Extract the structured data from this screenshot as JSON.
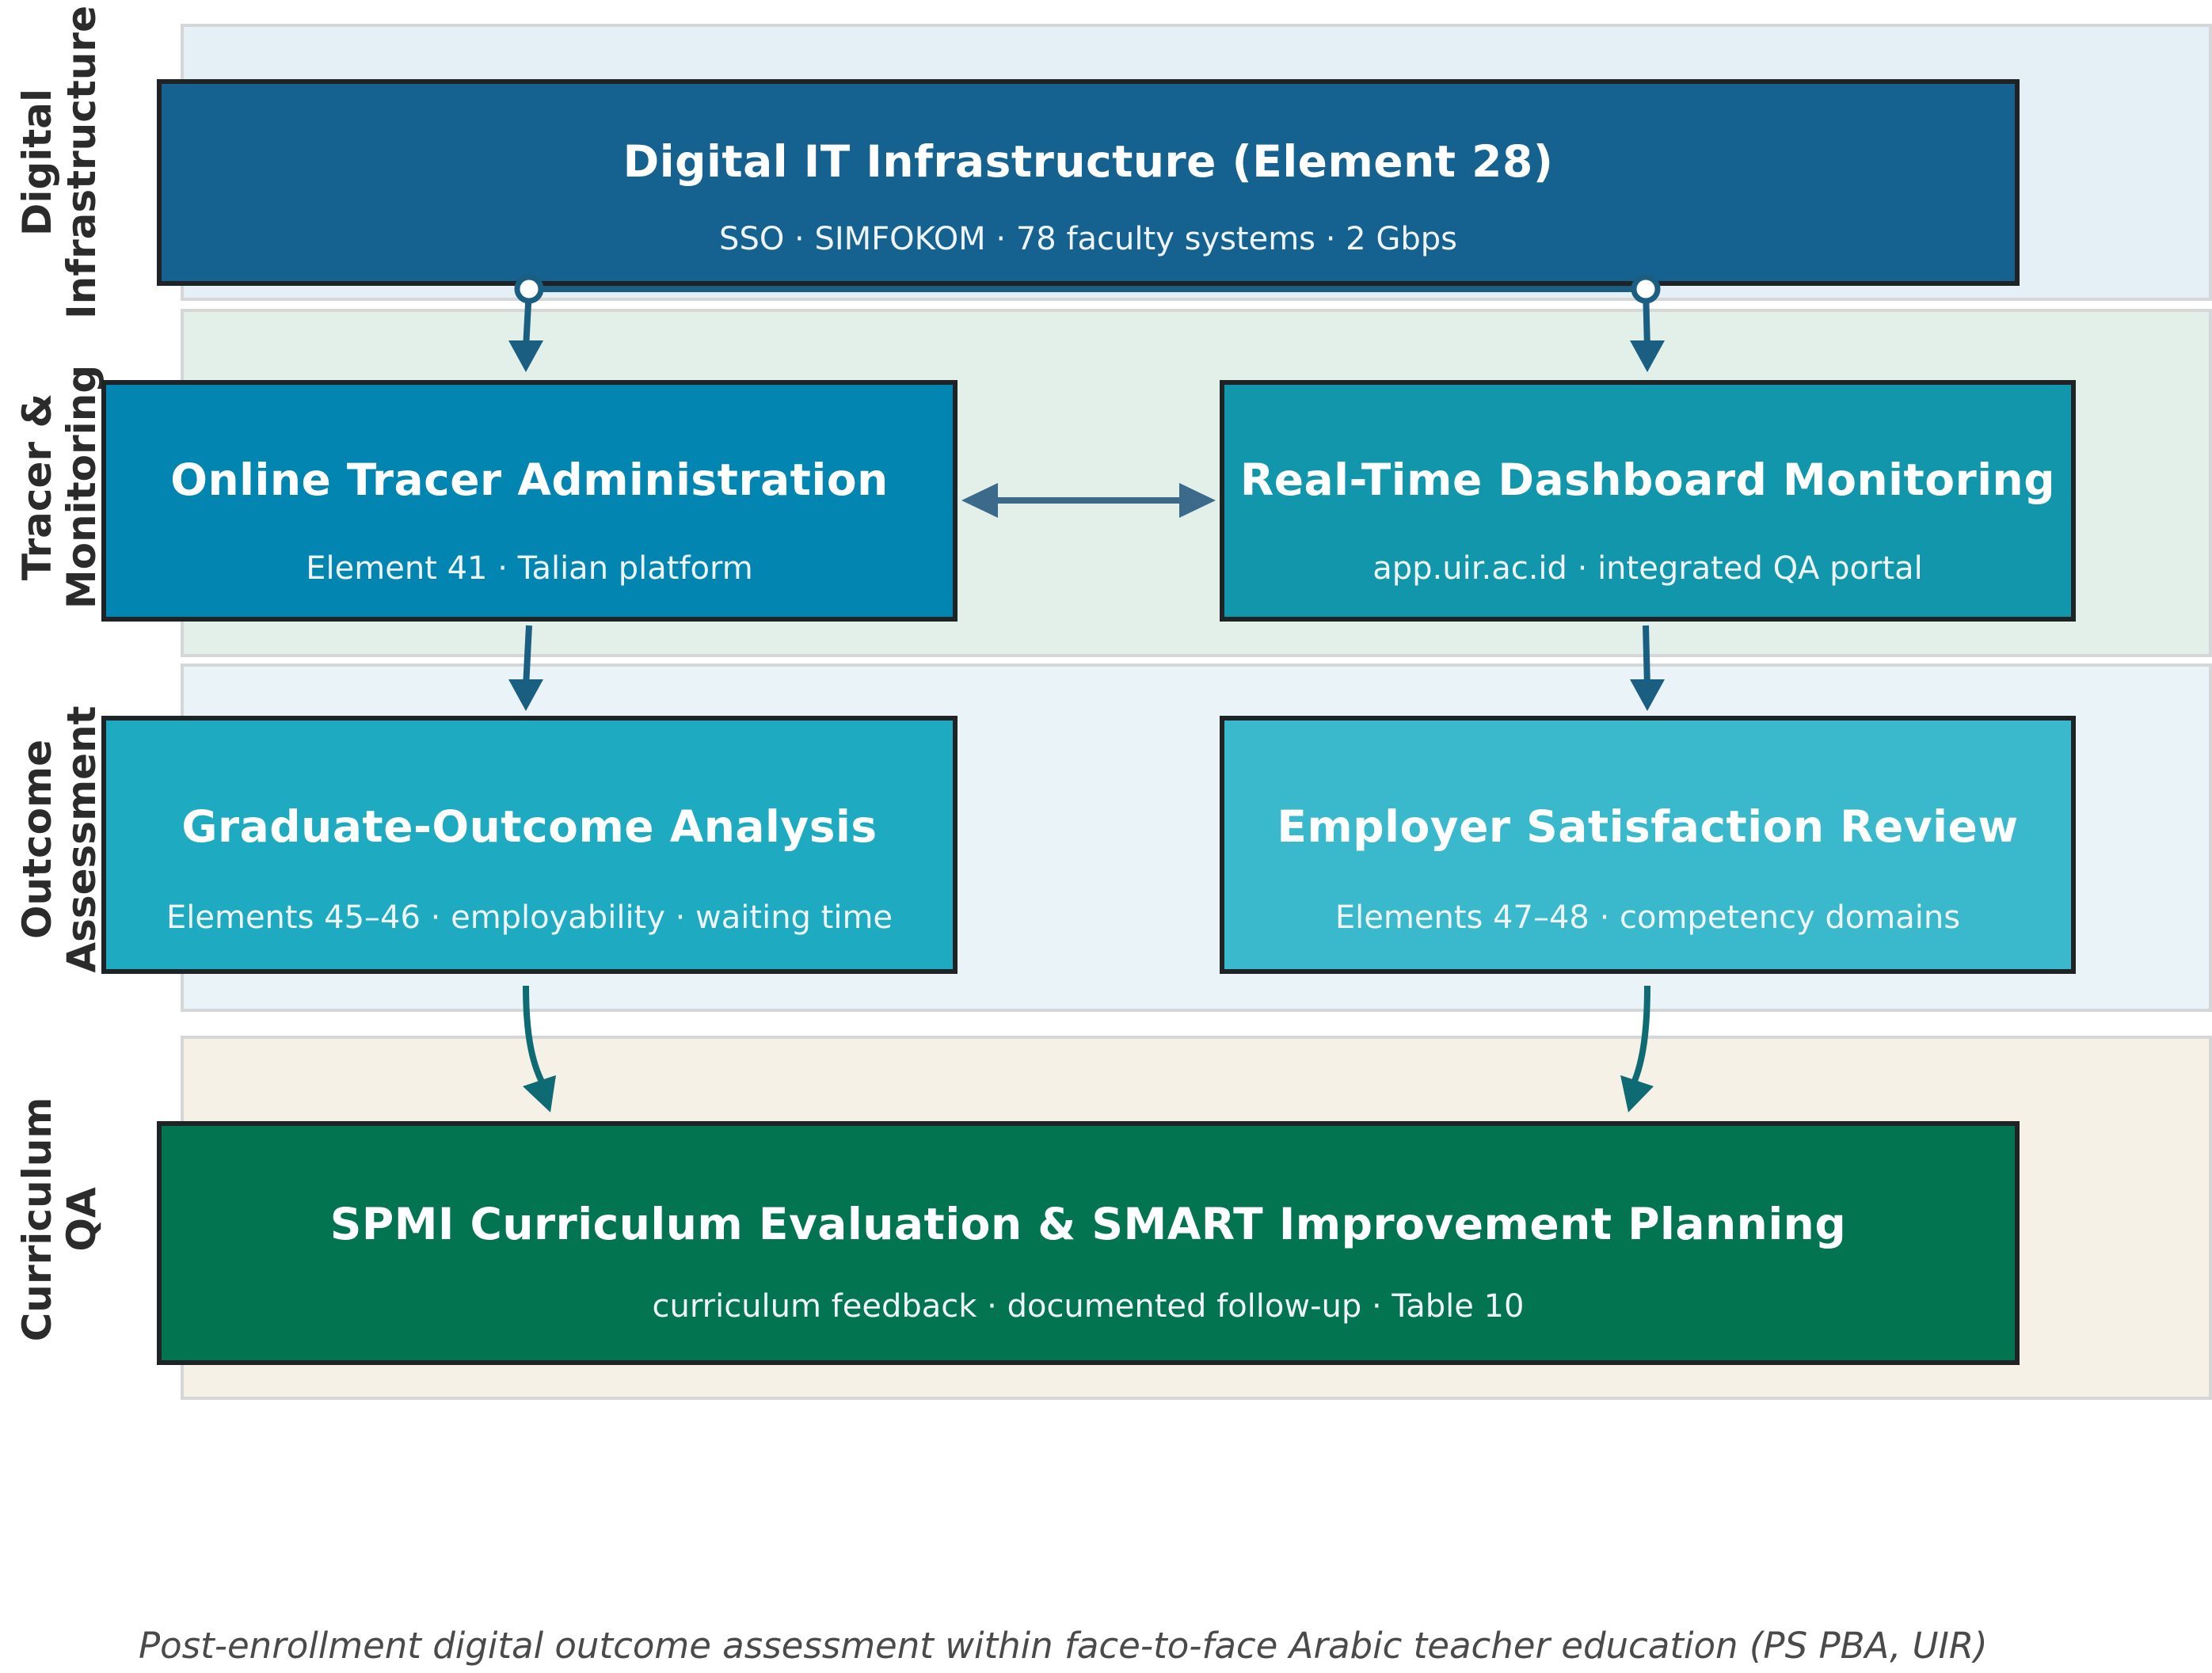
{
  "lanes": [
    {
      "id": "digital",
      "label": "Digital\nInfrastructure",
      "color": "#e4eff6"
    },
    {
      "id": "tracer",
      "label": "Tracer &\nMonitoring",
      "color": "#e3f0e9"
    },
    {
      "id": "outcome",
      "label": "Outcome\nAssessment",
      "color": "#eaf3f8"
    },
    {
      "id": "curriculum",
      "label": "Curriculum\nQA",
      "color": "#f5f1e6"
    }
  ],
  "nodes": {
    "infrastructure": {
      "title": "Digital IT Infrastructure (Element 28)",
      "subtitle": "SSO · SIMFOKOM · 78 faculty systems · 2 Gbps",
      "color": "#156190"
    },
    "tracer": {
      "title": "Online Tracer Administration",
      "subtitle": "Element 41 · Talian platform",
      "color": "#0285b1"
    },
    "dashboard": {
      "title": "Real-Time Dashboard Monitoring",
      "subtitle": "app.uir.ac.id · integrated QA portal",
      "color": "#1196ab"
    },
    "graduate": {
      "title": "Graduate-Outcome Analysis",
      "subtitle": "Elements 45–46 · employability · waiting time",
      "color": "#1eaac0"
    },
    "employer": {
      "title": "Employer Satisfaction Review",
      "subtitle": "Elements 47–48 · competency domains",
      "color": "#39b9cb"
    },
    "spmi": {
      "title": "SPMI Curriculum Evaluation & SMART Improvement Planning",
      "subtitle": "curriculum feedback · documented follow-up · Table 10",
      "color": "#02744f"
    }
  },
  "arrow_colors": {
    "infra": "#1a5f82",
    "bidirectional": "#3b6a8a",
    "outcome": "#0f6b73",
    "curriculum": "#11705a"
  },
  "caption": "Post-enrollment digital outcome assessment within face-to-face Arabic teacher education (PS PBA, UIR)"
}
